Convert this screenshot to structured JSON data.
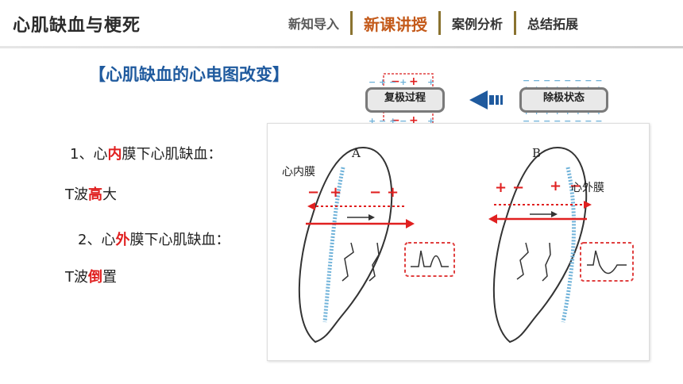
{
  "header": {
    "title": "心肌缺血与梗死",
    "nav": [
      {
        "label": "新知导入",
        "state": "normal"
      },
      {
        "label": "新课讲授",
        "state": "active"
      },
      {
        "label": "案例分析",
        "state": "normal"
      },
      {
        "label": "总结拓展",
        "state": "normal"
      }
    ]
  },
  "section_title": "【心肌缺血的心电图改变】",
  "items": {
    "item1_prefix": "1、心",
    "item1_highlight": "内",
    "item1_suffix": "膜下心肌缺血：",
    "item1_result_prefix": "T波",
    "item1_result_highlight": "高",
    "item1_result_suffix": "大",
    "item2_prefix": "2、心",
    "item2_highlight": "外",
    "item2_suffix": "膜下心肌缺血：",
    "item2_result_prefix": "T波",
    "item2_result_highlight": "倒",
    "item2_result_suffix": "置"
  },
  "flow": {
    "repolarization": "复极过程",
    "depolarized": "除极状态"
  },
  "figure": {
    "label_a": "A",
    "label_b": "B",
    "endocardium": "心内膜",
    "epicardium": "心外膜",
    "plus": "+",
    "minus": "−"
  },
  "colors": {
    "accent_red": "#e02020",
    "title_blue": "#1f5a9e",
    "nav_active": "#c45a1a",
    "ischemia_blue": "#6fb2d9"
  }
}
